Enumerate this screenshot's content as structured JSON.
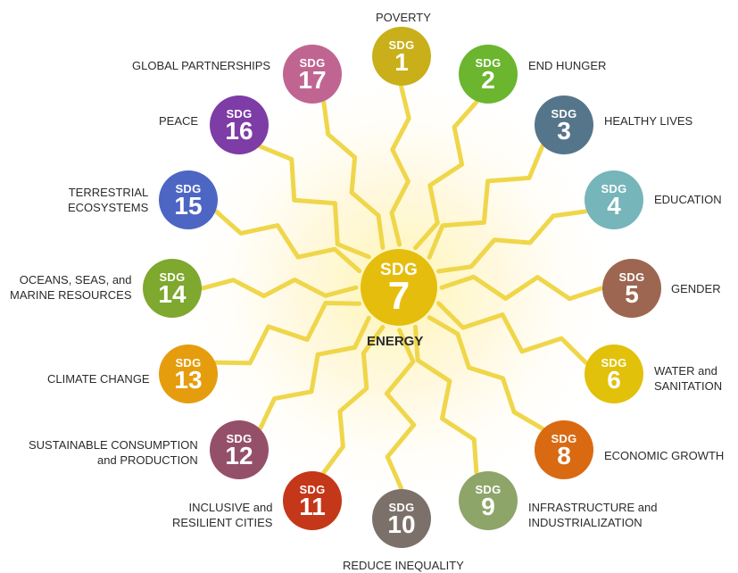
{
  "diagram": {
    "prefix": "SDG",
    "hub": {
      "number": "7",
      "label": "ENERGY",
      "color": "#E5BD0D"
    },
    "goals": [
      {
        "number": "1",
        "label_lines": [
          "POVERTY"
        ],
        "color": "#C9AF19"
      },
      {
        "number": "2",
        "label_lines": [
          "END HUNGER"
        ],
        "color": "#6BB52F"
      },
      {
        "number": "3",
        "label_lines": [
          "HEALTHY LIVES"
        ],
        "color": "#55758A"
      },
      {
        "number": "4",
        "label_lines": [
          "EDUCATION"
        ],
        "color": "#76B5BA"
      },
      {
        "number": "5",
        "label_lines": [
          "GENDER"
        ],
        "color": "#9D6650"
      },
      {
        "number": "6",
        "label_lines": [
          "WATER and",
          "SANITATION"
        ],
        "color": "#E1C10A"
      },
      {
        "number": "8",
        "label_lines": [
          "ECONOMIC GROWTH"
        ],
        "color": "#D96A12"
      },
      {
        "number": "9",
        "label_lines": [
          "INFRASTRUCTURE and",
          "INDUSTRIALIZATION"
        ],
        "color": "#8EA56A"
      },
      {
        "number": "10",
        "label_lines": [
          "REDUCE INEQUALITY"
        ],
        "color": "#7C716A"
      },
      {
        "number": "11",
        "label_lines": [
          "INCLUSIVE and",
          "RESILIENT CITIES"
        ],
        "color": "#C43718"
      },
      {
        "number": "12",
        "label_lines": [
          "SUSTAINABLE CONSUMPTION",
          "and PRODUCTION"
        ],
        "color": "#955069"
      },
      {
        "number": "13",
        "label_lines": [
          "CLIMATE CHANGE"
        ],
        "color": "#E59D0E"
      },
      {
        "number": "14",
        "label_lines": [
          "OCEANS, SEAS, and",
          "MARINE RESOURCES"
        ],
        "color": "#7EA82E"
      },
      {
        "number": "15",
        "label_lines": [
          "TERRESTRIAL",
          "ECOSYSTEMS"
        ],
        "color": "#4D66C4"
      },
      {
        "number": "16",
        "label_lines": [
          "PEACE"
        ],
        "color": "#7E3CA6"
      },
      {
        "number": "17",
        "label_lines": [
          "GLOBAL PARTNERSHIPS"
        ],
        "color": "#C06591"
      }
    ]
  }
}
